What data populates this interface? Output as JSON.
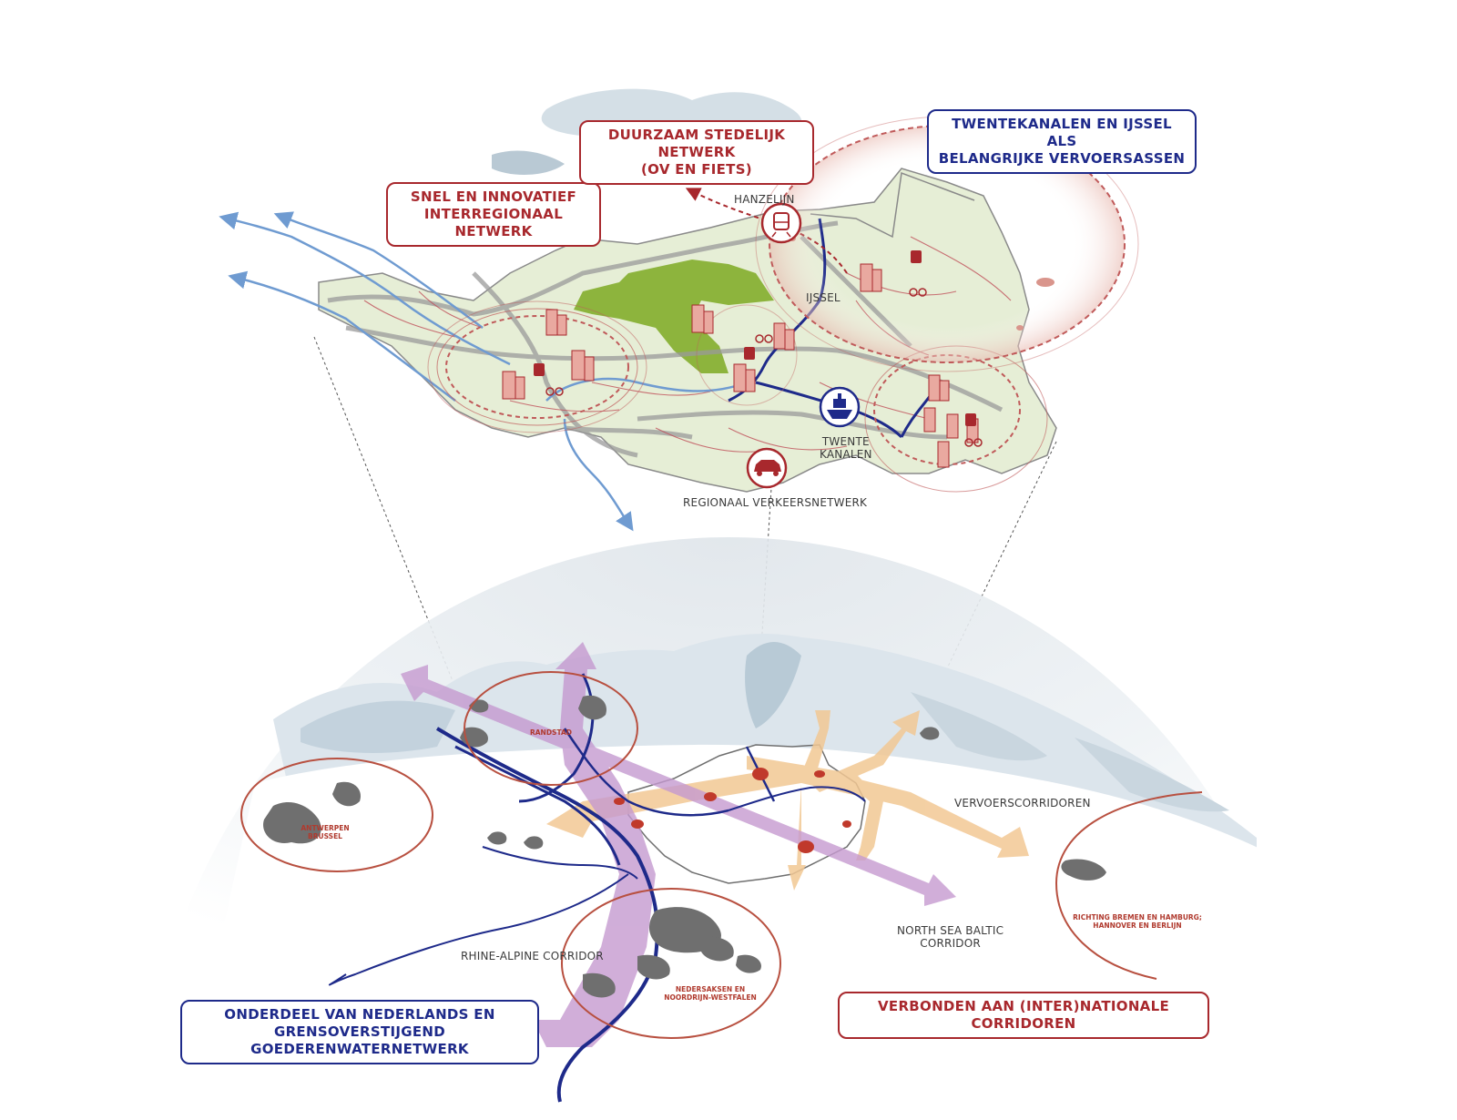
{
  "callouts": {
    "snel": {
      "line1": "SNEL EN INNOVATIEF",
      "line2": "INTERREGIONAAL NETWERK"
    },
    "duurzaam": {
      "line1": "DUURZAAM STEDELIJK NETWERK",
      "line2": "(OV EN FIETS)"
    },
    "twentekanalen": {
      "line1": "TWENTEKANALEN EN IJSSEL ALS",
      "line2": "BELANGRIJKE VERVOERSASSEN"
    },
    "onderdeel": {
      "line1": "ONDERDEEL VAN NEDERLANDS EN",
      "line2": "GRENSOVERSTIJGEND GOEDERENWATERNETWERK"
    },
    "verbonden": {
      "line1": "VERBONDEN AAN (INTER)NATIONALE CORRIDOREN"
    }
  },
  "labels": {
    "hanzelijn": "HANZELIJN",
    "ijssel": "IJSSEL",
    "twente_line1": "TWENTE",
    "twente_line2": "KANALEN",
    "regionaal": "REGIONAAL VERKEERSNETWERK",
    "vervoerscorridoren": "VERVOERSCORRIDOREN",
    "rhine_alpine": "RHINE-ALPINE CORRIDOR",
    "nsb_line1": "NORTH SEA BALTIC",
    "nsb_line2": "CORRIDOR"
  },
  "regions": {
    "randstad": "RANDSTAD",
    "antwerpen_line1": "ANTWERPEN",
    "antwerpen_line2": "BRUSSEL",
    "nedersaksen_line1": "NEDERSAKSEN EN",
    "nedersaksen_line2": "NOORDRIJN-WESTFALEN",
    "richting_line1": "RICHTING BREMEN EN HAMBURG;",
    "richting_line2": "HANNOVER EN BERLIJN"
  },
  "icons": [
    "train-icon",
    "ship-icon",
    "car-icon",
    "bus-icon",
    "bicycle-icon",
    "building-icon"
  ],
  "colors": {
    "red_accent": "#a8282d",
    "blue_accent": "#1e2a8a",
    "land": "#e6eed6",
    "forest": "#8db43d",
    "water": "#5d8fc9",
    "road": "#9a9a9a",
    "corridor_purple": "#c59ad0",
    "corridor_orange": "#f2c894",
    "city_grey": "#6f6f6f",
    "sea_haze": "#cfdbe3"
  }
}
